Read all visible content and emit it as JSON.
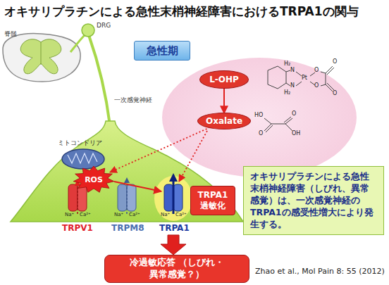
{
  "diagram": {
    "title": "オキサリプラチンによる急性末梢神経障害におけるTRPA1の関与",
    "nodes": [
      {
        "text": [
          "急性期"
        ]
      },
      {
        "text": [
          "L-OHP"
        ]
      },
      {
        "text": [
          "Oxalate"
        ]
      },
      {
        "text": [
          "ROS"
        ]
      },
      {
        "text": [
          "TRPA1 過敏化"
        ]
      },
      {
        "text": [
          "冷過敏応答 （しびれ・異常感覚？）"
        ]
      },
      {
        "text": [
          "オキサリプラチンによる急性末梢神経障害（しびれ、異常感覚）は、一次感覚神経のTRPA1の感受性増大により発生する。"
        ]
      }
    ],
    "edges": [
      {
        "from": 1,
        "to": 2,
        "arrow": "to"
      },
      {
        "from": 2,
        "to": 3,
        "arrow": "to"
      }
    ],
    "labels": [
      "脊髄",
      "DRG",
      "一次感覚神経",
      "ミトコンドリア",
      "TRPV1",
      "TRPM8",
      "TRPA1",
      "Na⁺",
      "Ca²⁺",
      "Na⁺",
      "Ca²⁺",
      "Na⁺",
      "Ca²⁺",
      "H₂",
      "N",
      "Pt",
      "O",
      "O",
      "N",
      "H₂",
      "O",
      "O",
      "HO",
      "O",
      "O",
      "OH",
      "Zhao et al., Mol Pain 8: 55 (2012)"
    ]
  }
}
